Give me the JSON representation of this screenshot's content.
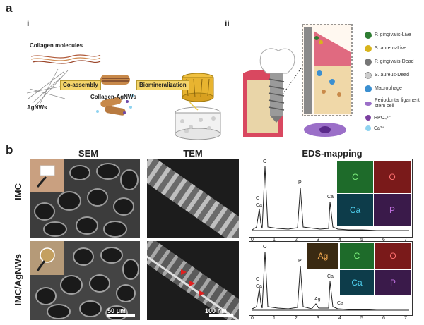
{
  "panel_a": {
    "letter": "a",
    "sub_i": "i",
    "sub_ii": "ii",
    "collagen_label": "Collagen molecules",
    "agnws_label": "AgNWs",
    "step1": "Co-assembly",
    "product1": "Collagen-AgNWs",
    "step2": "Biomineralization"
  },
  "legend": {
    "items": [
      {
        "label": "P. gingivalis-Live",
        "color": "#2e7d32"
      },
      {
        "label": "S. aureus-Live",
        "color": "#d8b41c"
      },
      {
        "label": "P. gingivalis-Dead",
        "color": "#777777"
      },
      {
        "label": "S. aureus-Dead",
        "color": "#aaaaaa"
      },
      {
        "label": "Macrophage",
        "color": "#3b8fd0"
      },
      {
        "label": "Periodontal ligament\nstem cell",
        "color": "#7b4ea8"
      },
      {
        "label": "HPO₄²⁻",
        "color": "#7b3fa0"
      },
      {
        "label": "Ca²⁺",
        "color": "#8fd3f0"
      }
    ]
  },
  "panel_b": {
    "letter": "b",
    "col_sem": "SEM",
    "col_tem": "TEM",
    "col_eds": "EDS-mapping",
    "row1": "IMC",
    "row2": "IMC/AgNWs",
    "scale_sem": "50 μm",
    "scale_tem": "100 nm"
  },
  "eds_top": {
    "tiles": [
      {
        "label": "C",
        "bg": "#1e6b2a",
        "fg": "#7df07d"
      },
      {
        "label": "O",
        "bg": "#7a1a1a",
        "fg": "#ff7070"
      },
      {
        "label": "Ca",
        "bg": "#0d3c4a",
        "fg": "#4fd0ef"
      },
      {
        "label": "P",
        "bg": "#3a1a4a",
        "fg": "#c070e0"
      }
    ],
    "peaks": [
      "C",
      "Ca",
      "O",
      "P",
      "Ca",
      "Ca"
    ],
    "ticks": [
      "0",
      "1",
      "2",
      "3",
      "4",
      "5",
      "6",
      "7"
    ]
  },
  "eds_bottom": {
    "tiles": [
      {
        "label": "Ag",
        "bg": "#3a2a12",
        "fg": "#f0a850"
      },
      {
        "label": "C",
        "bg": "#1e6b2a",
        "fg": "#7df07d"
      },
      {
        "label": "O",
        "bg": "#7a1a1a",
        "fg": "#ff7070"
      },
      {
        "label": "Ca",
        "bg": "#0d3c4a",
        "fg": "#4fd0ef"
      },
      {
        "label": "P",
        "bg": "#3a1a4a",
        "fg": "#c070e0"
      }
    ],
    "peaks": [
      "C",
      "Ca",
      "O",
      "P",
      "Ag",
      "Ca",
      "Ca"
    ],
    "ticks": [
      "0",
      "1",
      "2",
      "3",
      "4",
      "5",
      "6",
      "7"
    ]
  }
}
